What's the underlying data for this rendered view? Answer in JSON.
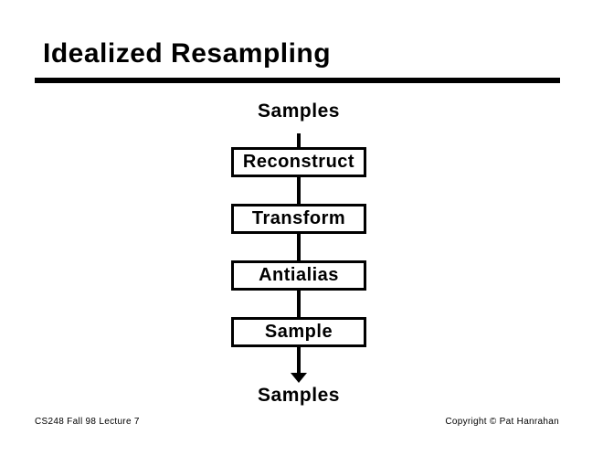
{
  "slide": {
    "title": "Idealized Resampling",
    "footer": {
      "left": "CS248 Fall 98 Lecture 7",
      "right": "Copyright © Pat Hanrahan"
    }
  },
  "diagram": {
    "input_label": "Samples",
    "steps": [
      "Reconstruct",
      "Transform",
      "Antialias",
      "Sample"
    ],
    "output_label": "Samples"
  },
  "colors": {
    "foreground": "#000000",
    "background": "#ffffff"
  }
}
